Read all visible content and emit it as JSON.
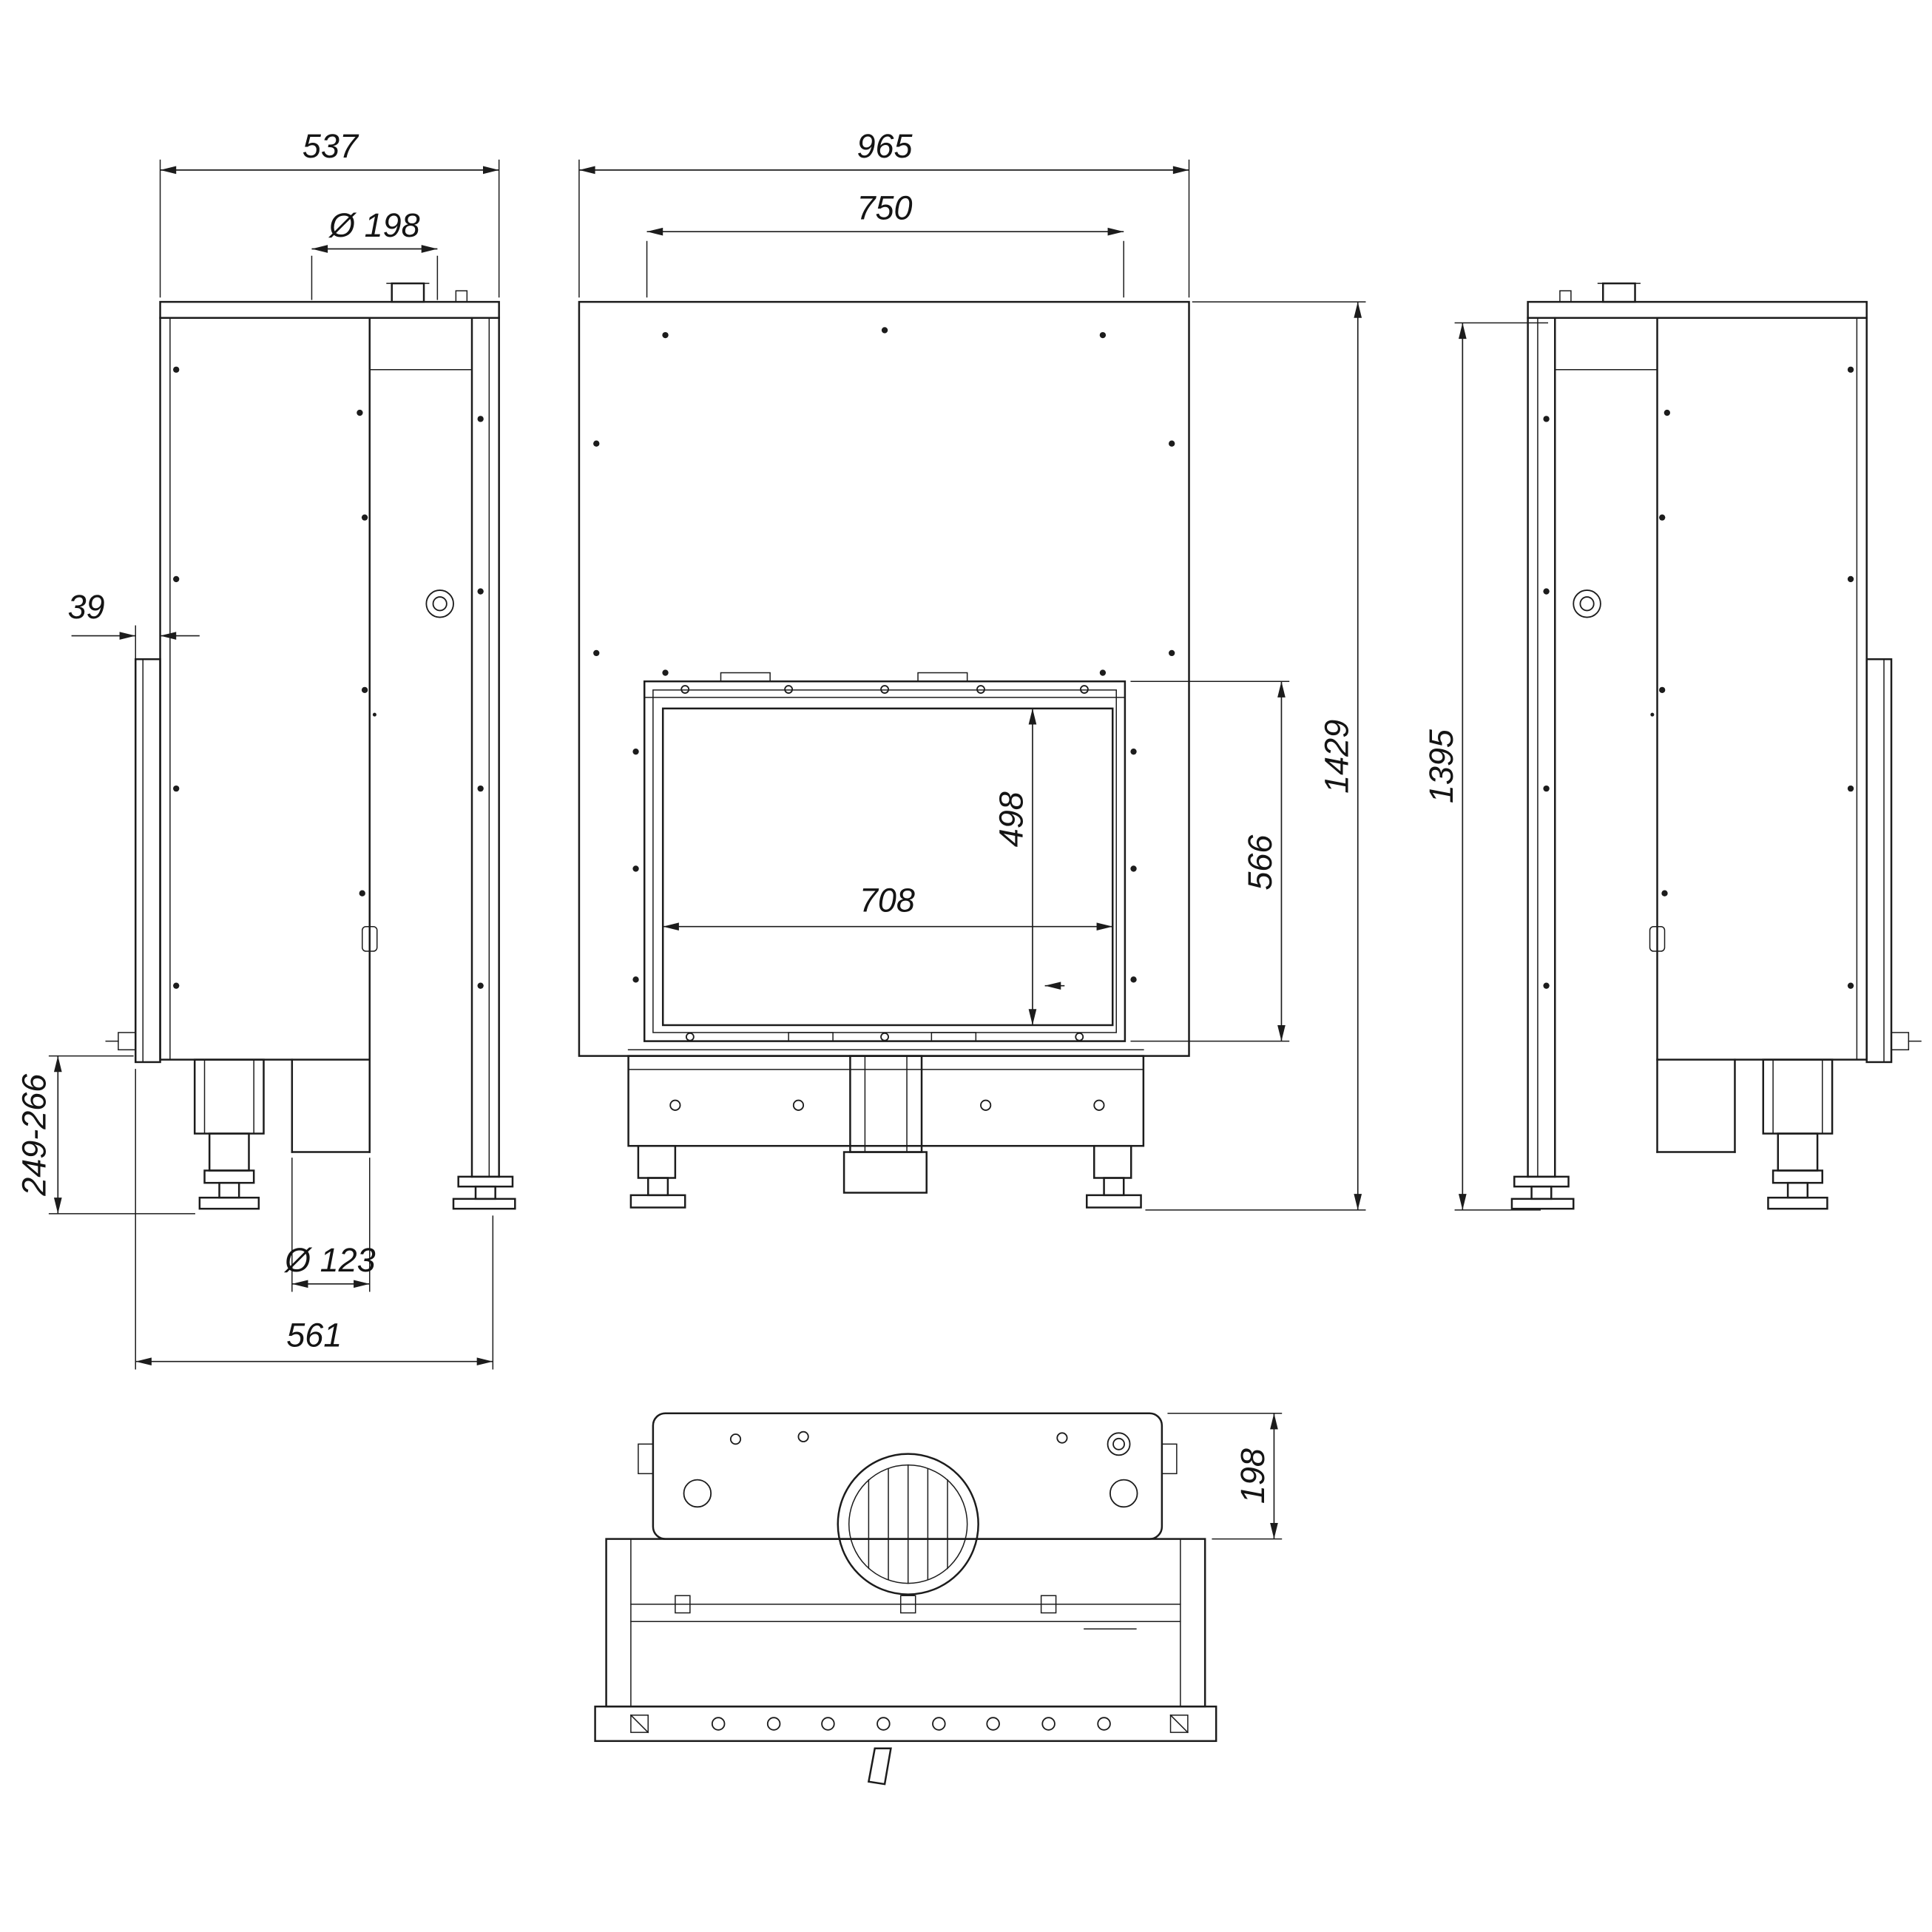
{
  "drawing": {
    "background": "#ffffff",
    "line_color": "#1c1c1c",
    "views": {
      "side_left": {
        "name": "left side view",
        "dim_top_width": "537",
        "dim_flue_diameter": "Ø 198",
        "dim_front_offset": "39",
        "dim_foot_height": "249-266",
        "dim_outlet_diameter": "Ø 123",
        "dim_base_depth": "561"
      },
      "front": {
        "name": "front view",
        "dim_total_width": "965",
        "dim_upper_width": "750",
        "dim_glass_height": "498",
        "dim_door_height": "566",
        "dim_glass_width": "708",
        "dim_total_height": "1429"
      },
      "side_right": {
        "name": "right side view",
        "dim_body_height": "1395"
      },
      "top": {
        "name": "top view",
        "dim_rear_depth": "198"
      }
    }
  }
}
